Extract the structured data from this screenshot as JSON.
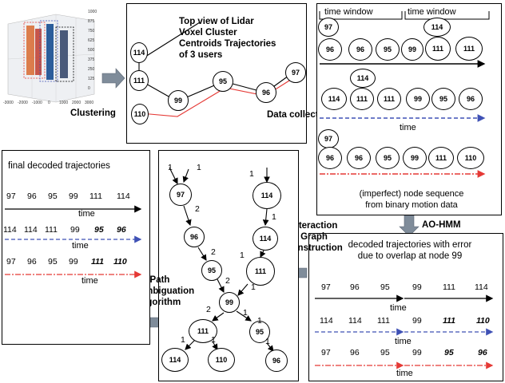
{
  "scatter_ticks": {
    "y": [
      "1000",
      "875",
      "750",
      "625",
      "500",
      "375",
      "250",
      "125",
      "0"
    ],
    "x": [
      "-3000",
      "-2000",
      "-1000",
      "0",
      "1000",
      "2000",
      "3000"
    ]
  },
  "clustering_label": "Clustering",
  "topview": {
    "title_lines": [
      "Top view of Lidar",
      "Voxel Cluster",
      "Centroids Trajectories",
      "of 3 users"
    ],
    "nodes": [
      "114",
      "111",
      "110",
      "99",
      "95",
      "96",
      "97"
    ]
  },
  "data_collection_label": "Data collection",
  "collection": {
    "time_window_1": "time window",
    "time_window_2": "time window",
    "row1": {
      "top1": "97",
      "top2": "114",
      "nodes": [
        "96",
        "96",
        "95",
        "99",
        "111",
        "111"
      ]
    },
    "row2": {
      "top": "114",
      "nodes": [
        "114",
        "111",
        "111",
        "99",
        "95",
        "96"
      ],
      "time": "time"
    },
    "row3": {
      "top": "97",
      "nodes": [
        "96",
        "96",
        "95",
        "99",
        "111",
        "110"
      ]
    },
    "caption_lines": [
      "(imperfect) node sequence",
      "from binary motion data"
    ]
  },
  "ao_hmm_label": "AO-HMM",
  "decoded_error": {
    "title_lines": [
      "decoded trajectories with error",
      "due to overlap at node 99"
    ],
    "rows": [
      {
        "values": [
          "97",
          "96",
          "95",
          "99",
          "111",
          "114"
        ],
        "time": "time"
      },
      {
        "values": [
          "114",
          "114",
          "111",
          "99",
          "111",
          "110"
        ],
        "time": "time"
      },
      {
        "values": [
          "97",
          "96",
          "95",
          "99",
          "95",
          "96"
        ],
        "time": "time"
      }
    ]
  },
  "graph_construction_label_lines": [
    "Interaction",
    "Graph",
    "Construction"
  ],
  "graph": {
    "nodes": [
      "97",
      "114",
      "96",
      "114",
      "95",
      "111",
      "99",
      "111",
      "95",
      "114",
      "110",
      "96"
    ],
    "edge_weights": [
      "1",
      "1",
      "1",
      "2",
      "1",
      "2",
      "1",
      "2",
      "1",
      "2",
      "1",
      "1",
      "1",
      "1",
      "1"
    ]
  },
  "path_label_lines": [
    "Path",
    "Disambiguation",
    "algorithm"
  ],
  "final": {
    "title": "final decoded trajectories",
    "rows": [
      {
        "values": [
          "97",
          "96",
          "95",
          "99",
          "111",
          "114"
        ],
        "time": "time"
      },
      {
        "values": [
          "114",
          "114",
          "111",
          "99",
          "95",
          "96"
        ],
        "time": "time"
      },
      {
        "values": [
          "97",
          "96",
          "95",
          "99",
          "111",
          "110"
        ],
        "time": "time"
      }
    ]
  },
  "colors": {
    "red": "#e53935",
    "blue": "#3f51b5",
    "arrow_gray": "#7f8c9a"
  }
}
